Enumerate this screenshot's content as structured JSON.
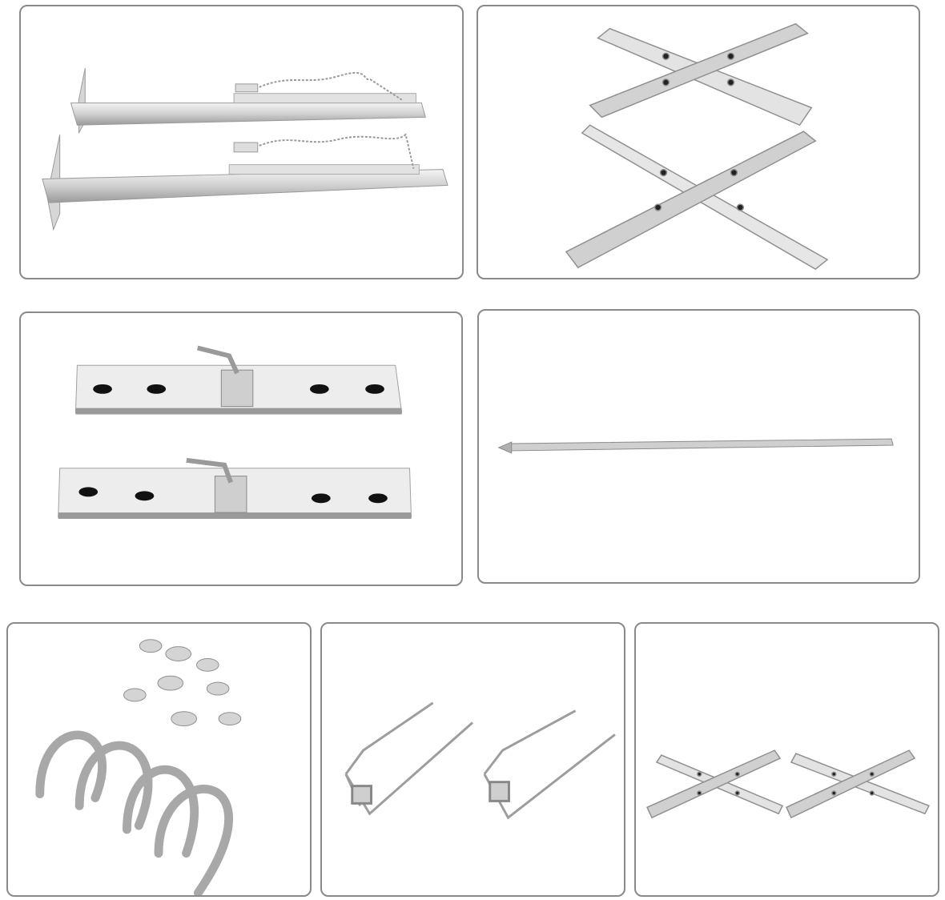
{
  "panels": [
    {
      "id": "p1",
      "subject": "rotisserie-support-brackets"
    },
    {
      "id": "p2",
      "subject": "folding-x-stand-legs"
    },
    {
      "id": "p3",
      "subject": "clamp-plates-with-thumb-screws"
    },
    {
      "id": "p4",
      "subject": "spit-rod"
    },
    {
      "id": "p5",
      "subject": "u-bolts-and-wing-nuts"
    },
    {
      "id": "p6",
      "subject": "meat-forks"
    },
    {
      "id": "p7",
      "subject": "x-stand-pair"
    }
  ],
  "colors": {
    "metal_light": "#e6e6e6",
    "metal_mid": "#c4c4c4",
    "metal_dark": "#8e8e8e",
    "shadow": "#5a5a5a",
    "panel_border": "#8a8a8a"
  }
}
